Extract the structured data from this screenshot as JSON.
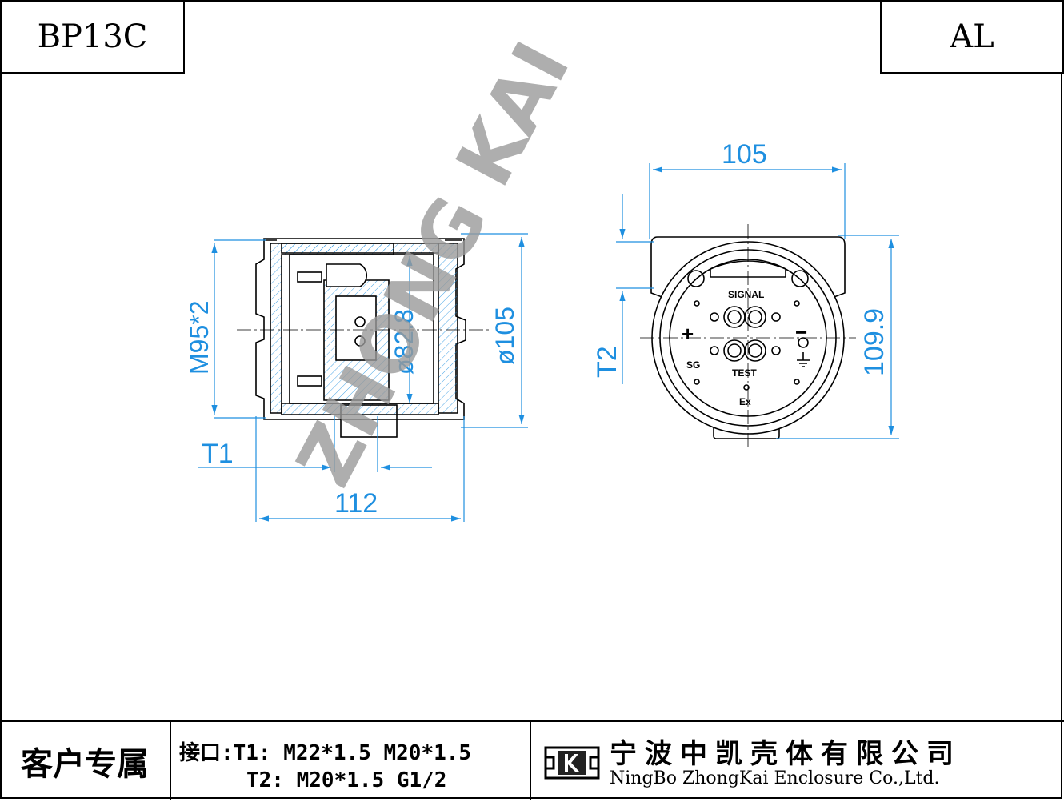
{
  "header": {
    "model": "BP13C",
    "material": "AL"
  },
  "dimensions": {
    "side_view": {
      "thread": "M95*2",
      "inner_diameter": "ø82.8",
      "outer_diameter": "ø105",
      "length": "112",
      "port": "T1"
    },
    "front_view": {
      "width": "105",
      "height": "109.9",
      "port": "T2"
    }
  },
  "terminal_labels": {
    "signal": "SIGNAL",
    "test": "TEST",
    "sg": "SG",
    "plus": "+",
    "minus": "−",
    "ex": "Ex"
  },
  "watermark": "ZHONG KAI",
  "footer": {
    "customer_label": "客户专属",
    "ports_line1": "接口:T1: M22*1.5 M20*1.5",
    "ports_line2": "T2: M20*1.5 G1/2",
    "company_cn": "宁波中凯壳体有限公司",
    "company_en": "NingBo ZhongKai Enclosure Co.,Ltd."
  },
  "colors": {
    "dimension": "#1e8fe0",
    "line": "#000000",
    "watermark": "#9a9a9a"
  }
}
